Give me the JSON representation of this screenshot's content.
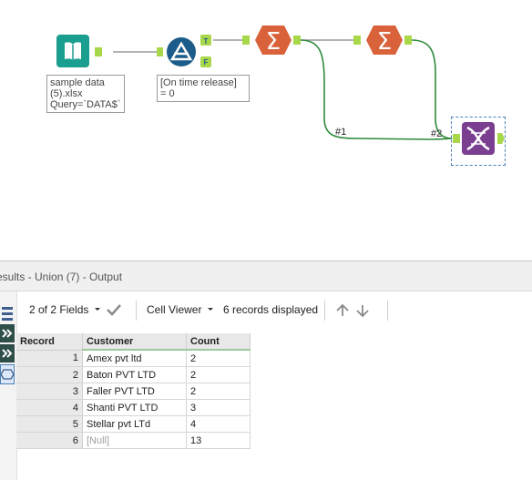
{
  "canvas": {
    "input_annotation": "sample data\n(5).xlsx\nQuery=`DATA$`",
    "filter_annotation": "[On time release]\n= 0",
    "filter_true_anchor": "T",
    "filter_false_anchor": "F",
    "connection_label_1": "#1",
    "connection_label_2": "#2",
    "colors": {
      "input_tool": "#1a9e8f",
      "filter_tool": "#1b5c8a",
      "summarize_tool": "#d9623b",
      "union_tool": "#7b3f91",
      "connection": "#2e8b3a",
      "anchor": "#a8d84a"
    }
  },
  "results": {
    "title": "esults - Union (7) - Output",
    "toolbar": {
      "fields_label": "2 of 2 Fields",
      "viewer_label": "Cell Viewer",
      "records_label": "6 records displayed"
    },
    "columns": [
      "Record",
      "Customer",
      "Count"
    ],
    "rows": [
      {
        "record": "1",
        "customer": "Amex pvt ltd",
        "count": "2",
        "is_null": false
      },
      {
        "record": "2",
        "customer": "Baton PVT LTD",
        "count": "2",
        "is_null": false
      },
      {
        "record": "3",
        "customer": "Faller PVT LTD",
        "count": "2",
        "is_null": false
      },
      {
        "record": "4",
        "customer": "Shanti PVT LTD",
        "count": "3",
        "is_null": false
      },
      {
        "record": "5",
        "customer": "Stellar pvt LTd",
        "count": "4",
        "is_null": false
      },
      {
        "record": "6",
        "customer": "[Null]",
        "count": "13",
        "is_null": true
      }
    ]
  }
}
